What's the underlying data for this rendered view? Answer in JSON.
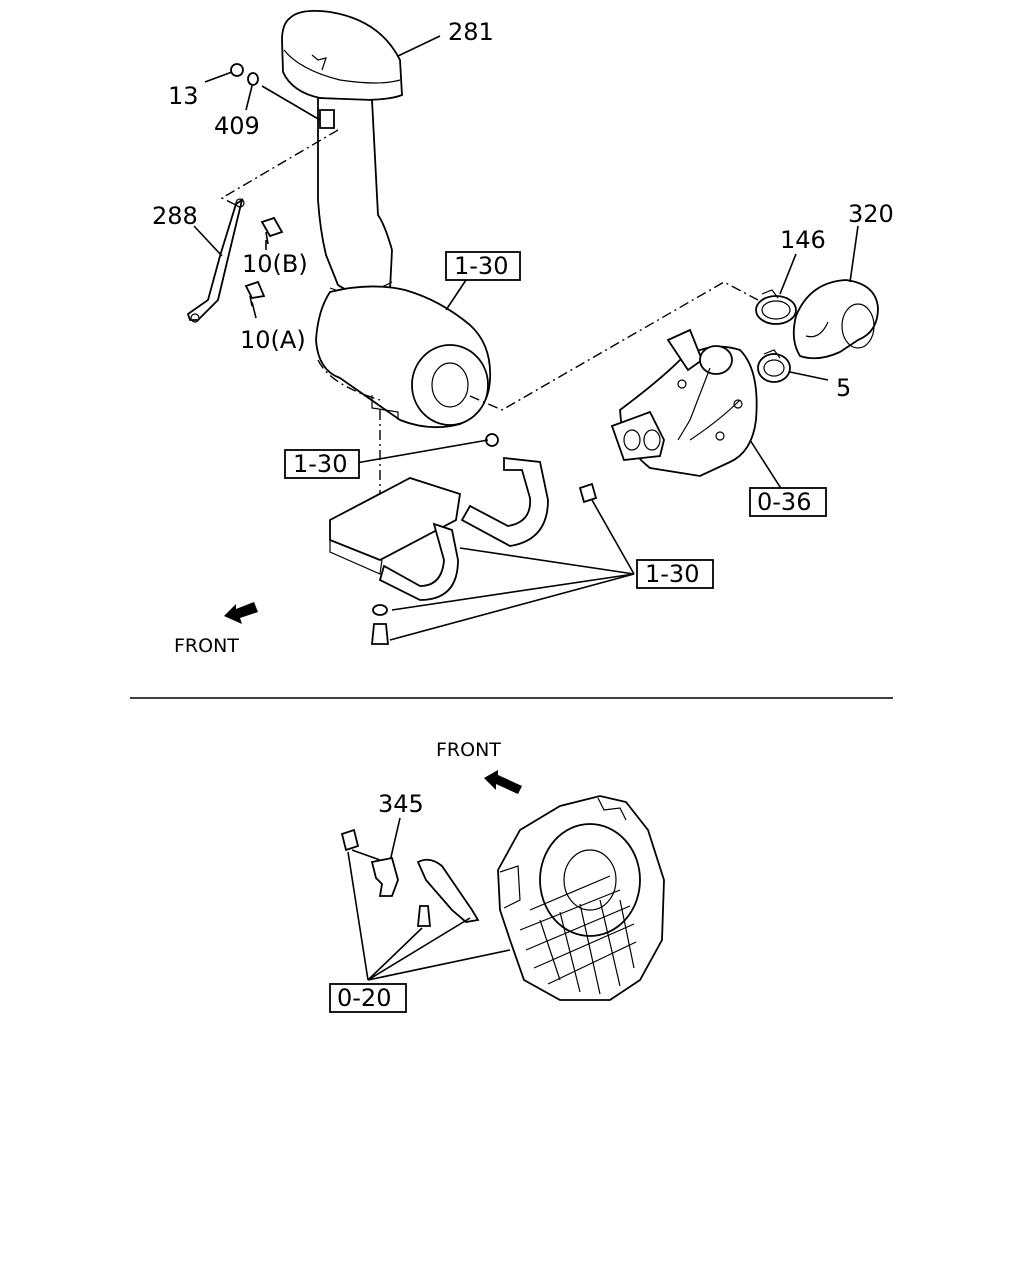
{
  "callouts": {
    "p281": "281",
    "p13": "13",
    "p409": "409",
    "p288": "288",
    "p10b": "10(B)",
    "p10a": "10(A)",
    "p320": "320",
    "p146": "146",
    "p5": "5",
    "p345": "345"
  },
  "refs": {
    "r130_top": "1-30",
    "r130_left": "1-30",
    "r130_right": "1-30",
    "r036": "0-36",
    "r020": "0-20"
  },
  "front_top": "FRONT",
  "front_bottom": "FRONT"
}
